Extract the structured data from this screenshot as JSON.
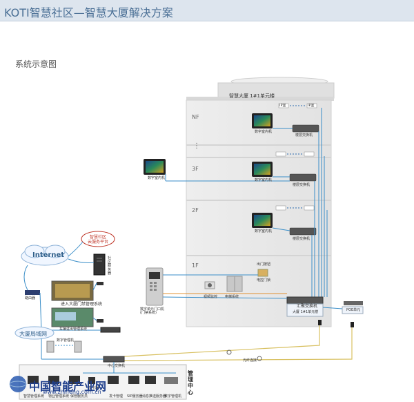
{
  "header": {
    "title": "KOTI智慧社区—智慧大厦解决方案"
  },
  "subtitle": "系统示意图",
  "building": {
    "title": "智慧大厦  1#1单元楼",
    "floors": [
      {
        "label": "NF",
        "monitor": "数字室内机",
        "switch": "楼层交换机"
      },
      {
        "label": "3F",
        "monitor": "数字室内机",
        "switch": "楼层交换机"
      },
      {
        "label": "2F",
        "monitor": "数字室内机",
        "switch": "楼层交换机"
      },
      {
        "label": "1F"
      }
    ],
    "ellipsis": "⋮",
    "ip_tag": "IP室",
    "lobby": {
      "unit_door": "数字单元门口机\n(门禁系统)",
      "camera": "视频监控",
      "elevator": "电梯系统",
      "lock": "电控门锁",
      "lock_top": "出门按钮",
      "core_switch": "汇聚交换机",
      "core_switch_sub": "大厦 1#1单元楼",
      "poe": "POE单元"
    }
  },
  "left": {
    "internet": "Internet",
    "cloud": "智慧社区\n云服务平台",
    "server": "社区服务器",
    "router": "路由器",
    "gate_system": "进入大厦门禁管理系统",
    "parking_system": "车辆进出管理系统",
    "lan": "大厦局域网",
    "remote_monitor": "数字室内机",
    "door_units": "数字管理机"
  },
  "management": {
    "label": "管理中心",
    "switch": "中心交换机",
    "items": [
      "智慧管理系统",
      "物业管理系统",
      "保管服务员",
      "发卡器",
      "发卡管理",
      "SIP服务器",
      "消息推送服务器",
      "数字管理机"
    ]
  },
  "watermark": {
    "main": "中国智能产业网",
    "url": "www.zhineng.com.cn"
  },
  "cable_label": "光纤连接"
}
